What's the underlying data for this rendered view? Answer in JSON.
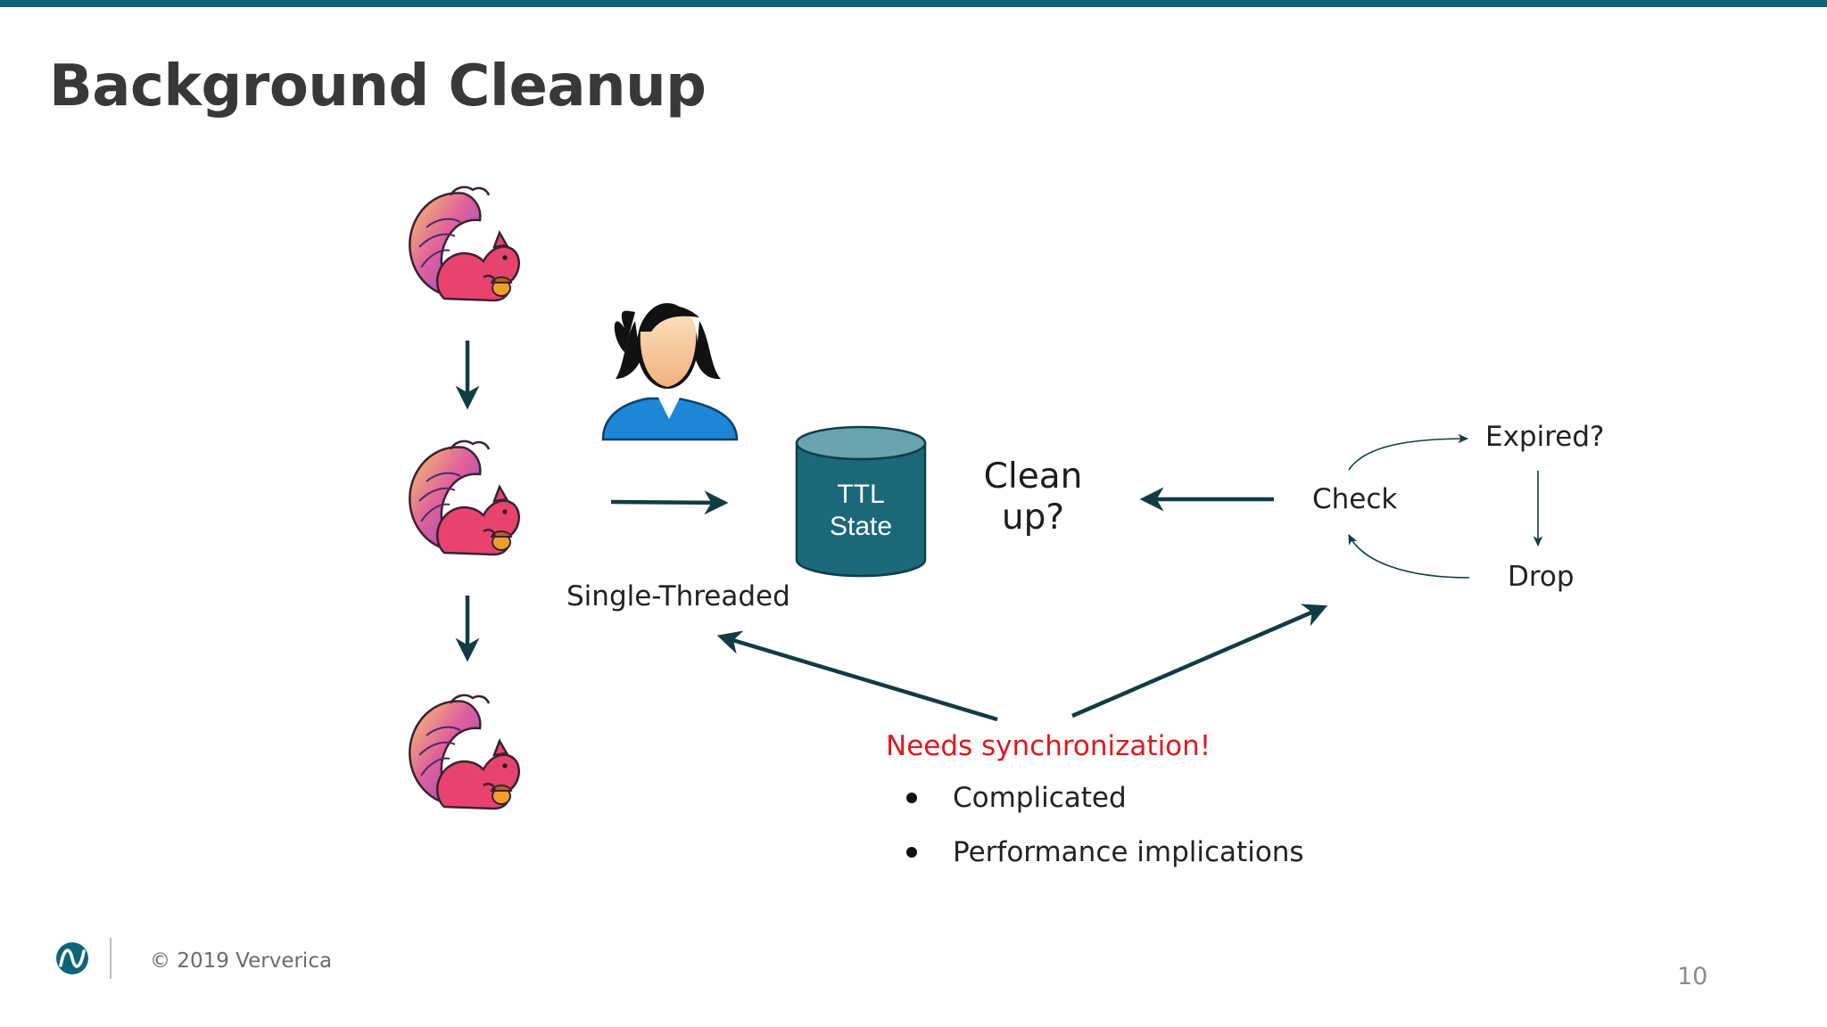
{
  "slide": {
    "title": "Background Cleanup",
    "page_number": "10"
  },
  "diagram": {
    "state_label_line1": "TTL",
    "state_label_line2": "State",
    "cleanup_line1": "Clean",
    "cleanup_line2": "up?",
    "single_threaded": "Single-Threaded",
    "check": "Check",
    "expired": "Expired?",
    "drop": "Drop",
    "needs_sync": "Needs synchronization!",
    "bullets": [
      "Complicated",
      "Performance implications"
    ]
  },
  "footer": {
    "copyright": "© 2019 Ververica"
  },
  "colors": {
    "accent": "#0f6577",
    "arrow": "#123c44",
    "cylinder": "#1b6878",
    "cylinder_top": "#6aa3ad",
    "warning": "#e3171d"
  },
  "icons": [
    "flink-squirrel-icon",
    "user-avatar-icon",
    "ververica-logo-icon"
  ]
}
